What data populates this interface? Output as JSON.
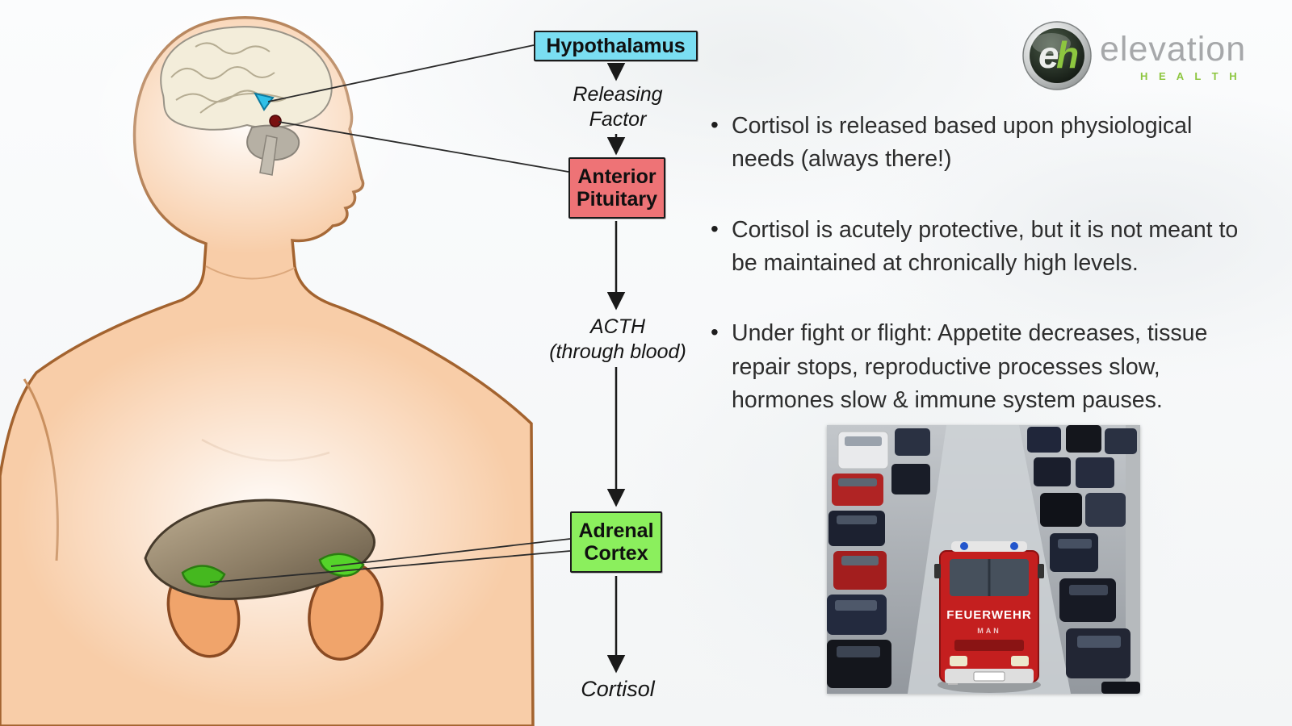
{
  "slide": {
    "background": "#f3f5f6",
    "description": "HPA axis cortisol educational slide"
  },
  "logo": {
    "monogram_e": "e",
    "monogram_h": "h",
    "brand": "elevation",
    "brand_sub": "H E A L T H",
    "accent_color": "#8dc63f",
    "gray_color": "#a6a8aa"
  },
  "flowchart": {
    "hypothalamus": {
      "label": "Hypothalamus",
      "color": "#7adef2"
    },
    "releasing_factor": {
      "line1": "Releasing",
      "line2": "Factor"
    },
    "anterior_pituitary": {
      "line1": "Anterior",
      "line2": "Pituitary",
      "color": "#ee7376"
    },
    "acth": {
      "line1": "ACTH",
      "line2": "(through blood)"
    },
    "adrenal_cortex": {
      "line1": "Adrenal",
      "line2": "Cortex",
      "color": "#8bef5d"
    },
    "cortisol": {
      "label": "Cortisol"
    }
  },
  "bullets": [
    "Cortisol is released based upon physiological needs (always there!)",
    "Cortisol is acutely protective, but it is not meant to be maintained at chronically high levels.",
    "Under fight or flight: Appetite decreases, tissue repair stops, reproductive processes slow, hormones slow & immune system pauses."
  ],
  "photo": {
    "truck_text": "FEUERWEHR",
    "truck_brand": "MAN"
  }
}
